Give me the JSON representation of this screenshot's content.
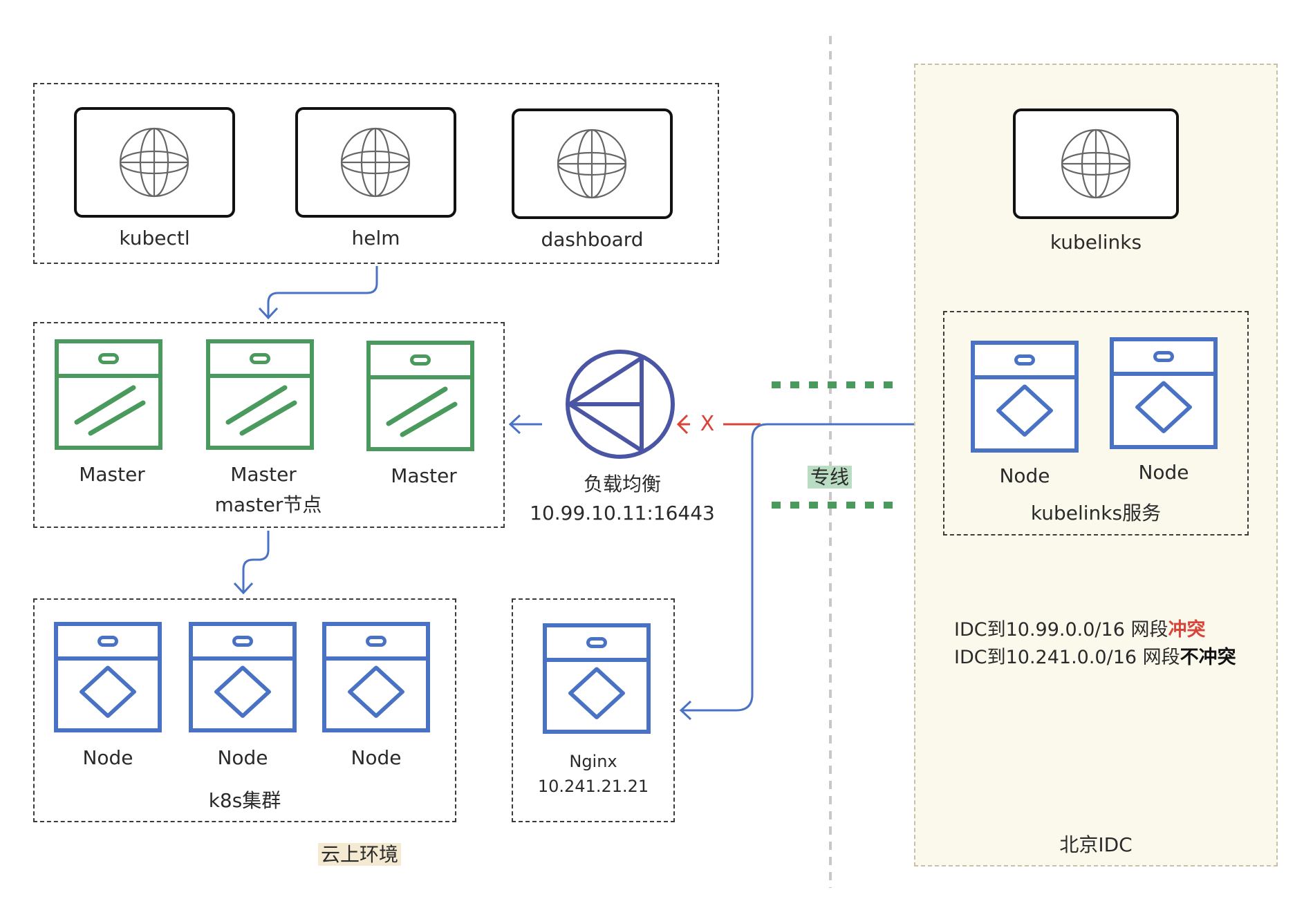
{
  "tools": {
    "kubectl": "kubectl",
    "helm": "helm",
    "dashboard": "dashboard"
  },
  "masters": {
    "items": [
      "Master",
      "Master",
      "Master"
    ],
    "group_label": "master节点"
  },
  "cluster": {
    "nodes": [
      "Node",
      "Node",
      "Node"
    ],
    "group_label": "k8s集群"
  },
  "load_balancer": {
    "label": "负载均衡",
    "address": "10.99.10.11:16443"
  },
  "nginx": {
    "label": "Nginx",
    "address": "10.241.21.21"
  },
  "blocked_mark": "X",
  "dedicated_line": "专线",
  "cloud_zone": "云上环境",
  "idc": {
    "kubelinks_label": "kubelinks",
    "nodes": [
      "Node",
      "Node"
    ],
    "group_label": "kubelinks服务",
    "zone_label": "北京IDC",
    "note1_prefix": "IDC到10.99.0.0/16 网段",
    "note1_emph": "冲突",
    "note2_prefix": "IDC到10.241.0.0/16 网段",
    "note2_emph": "不冲突"
  },
  "colors": {
    "master_green": "#4a9a5d",
    "node_blue": "#4a72c4",
    "lb_purple": "#4a55a3",
    "conflict_red": "#d9443a"
  }
}
